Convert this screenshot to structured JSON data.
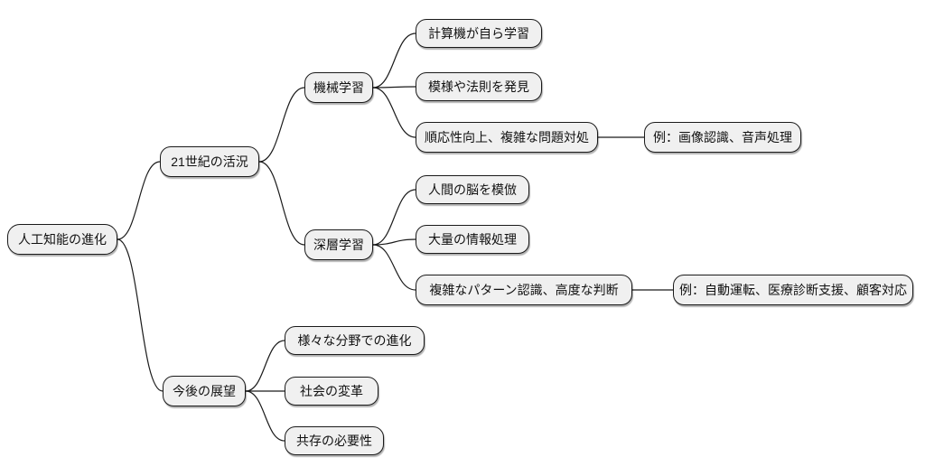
{
  "colors": {
    "background": "#ffffff",
    "node_fill": "#f0f0f0",
    "node_border": "#1a1a1a",
    "edge": "#1a1a1a",
    "text": "#111111"
  },
  "mindmap": {
    "label": "人工知能の進化",
    "children": [
      {
        "label": "21世紀の活況",
        "children": [
          {
            "label": "機械学習",
            "children": [
              {
                "label": "計算機が自ら学習"
              },
              {
                "label": "模様や法則を発見"
              },
              {
                "label": "順応性向上、複雑な問題対処",
                "children": [
                  {
                    "label": "例：画像認識、音声処理"
                  }
                ]
              }
            ]
          },
          {
            "label": "深層学習",
            "children": [
              {
                "label": "人間の脳を模倣"
              },
              {
                "label": "大量の情報処理"
              },
              {
                "label": "複雑なパターン認識、高度な判断",
                "children": [
                  {
                    "label": "例：自動運転、医療診断支援、顧客対応"
                  }
                ]
              }
            ]
          }
        ]
      },
      {
        "label": "今後の展望",
        "children": [
          {
            "label": "様々な分野での進化"
          },
          {
            "label": "社会の変革"
          },
          {
            "label": "共存の必要性"
          }
        ]
      }
    ]
  }
}
